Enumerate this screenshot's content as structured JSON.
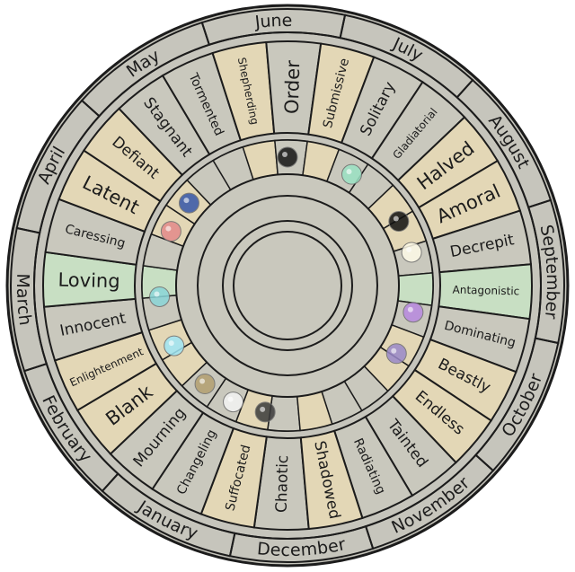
{
  "months": [
    "January",
    "February",
    "March",
    "April",
    "May",
    "June",
    "July",
    "August",
    "September",
    "October",
    "November",
    "December"
  ],
  "traits": [
    {
      "label": "Chaotic",
      "tone": "grey"
    },
    {
      "label": "Suffocated",
      "tone": "tan"
    },
    {
      "label": "Changeling",
      "tone": "grey"
    },
    {
      "label": "Mourning",
      "tone": "grey"
    },
    {
      "label": "Blank",
      "tone": "tan"
    },
    {
      "label": "Enlightenment",
      "tone": "tan"
    },
    {
      "label": "Innocent",
      "tone": "grey"
    },
    {
      "label": "Loving",
      "tone": "green"
    },
    {
      "label": "Caressing",
      "tone": "grey"
    },
    {
      "label": "Latent",
      "tone": "tan"
    },
    {
      "label": "Defiant",
      "tone": "tan"
    },
    {
      "label": "Stagnant",
      "tone": "grey"
    },
    {
      "label": "Tormented",
      "tone": "grey"
    },
    {
      "label": "Shepherding",
      "tone": "tan"
    },
    {
      "label": "Order",
      "tone": "grey"
    },
    {
      "label": "Submissive",
      "tone": "tan"
    },
    {
      "label": "Solitary",
      "tone": "grey"
    },
    {
      "label": "Gladiatorial",
      "tone": "grey"
    },
    {
      "label": "Halved",
      "tone": "tan"
    },
    {
      "label": "Amoral",
      "tone": "tan"
    },
    {
      "label": "Decrepit",
      "tone": "grey"
    },
    {
      "label": "Antagonistic",
      "tone": "green"
    },
    {
      "label": "Dominating",
      "tone": "grey"
    },
    {
      "label": "Beastly",
      "tone": "tan"
    },
    {
      "label": "Endless",
      "tone": "tan"
    },
    {
      "label": "Tainted",
      "tone": "grey"
    },
    {
      "label": "Radiating",
      "tone": "grey"
    },
    {
      "label": "Shadowed",
      "tone": "tan"
    }
  ],
  "colors": {
    "grey": "#c9c8bd",
    "tan": "#e3d7b6",
    "green": "#c8dfc3",
    "rim": "#c6c5bc",
    "hub": "#c9c8bd",
    "ink": "#1c1c1c"
  },
  "markers": [
    {
      "icon": "dark-orb-icon",
      "color": "#3b3b3b"
    },
    {
      "icon": "white-orb-icon",
      "color": "#f4f4f4"
    },
    {
      "icon": "ring-orb-icon",
      "color": "#b3a070"
    },
    {
      "icon": "cyan-orb-icon",
      "color": "#9fe6f5"
    },
    {
      "icon": "sparkle-icon",
      "color": "#8ad6d8"
    },
    {
      "icon": "pink-flower-icon",
      "color": "#e48a8a"
    },
    {
      "icon": "blue-planet-icon",
      "color": "#3656a8"
    },
    {
      "icon": "black-splatter-icon",
      "color": "#151515"
    },
    {
      "icon": "green-sparkle-icon",
      "color": "#9be3c4"
    },
    {
      "icon": "black-orb-icon",
      "color": "#111111"
    },
    {
      "icon": "glow-orb-icon",
      "color": "#fffbe8"
    },
    {
      "icon": "purple-glow-icon",
      "color": "#b889e0"
    },
    {
      "icon": "purple-creature-icon",
      "color": "#9a89c9"
    }
  ]
}
